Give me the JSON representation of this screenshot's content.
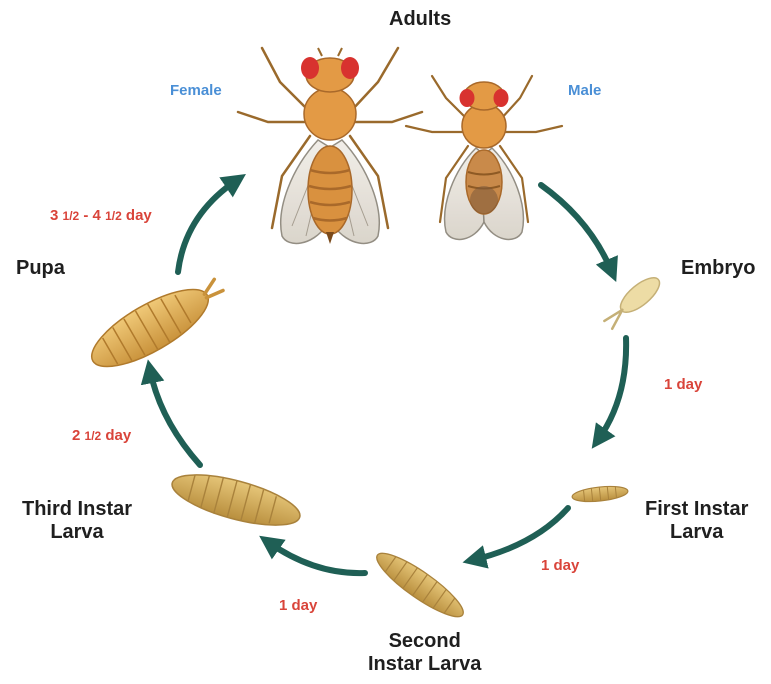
{
  "labels": {
    "adults": "Adults",
    "female": "Female",
    "male": "Male",
    "embryo": "Embryo",
    "first_instar_line1": "First Instar",
    "first_instar_line2": "Larva",
    "second_instar_line1": "Second",
    "second_instar_line2": "Instar Larva",
    "third_instar_line1": "Third Instar",
    "third_instar_line2": "Larva",
    "pupa": "Pupa"
  },
  "durations": {
    "embryo_to_first": "1 day",
    "first_to_second": "1 day",
    "second_to_third": "1 day",
    "third_to_pupa_a": "2",
    "third_to_pupa_b": "1/2",
    "third_to_pupa_c": "day",
    "pupa_to_adult_a": "3",
    "pupa_to_adult_b": "1/2",
    "pupa_to_adult_c": "- 4",
    "pupa_to_adult_d": "1/2",
    "pupa_to_adult_e": "day"
  },
  "colors": {
    "arrow": "#1f5f55",
    "stage_text": "#1f1f1f",
    "sex_text": "#4a8fd6",
    "duration_text": "#d9443a",
    "fly_body": "#d9913f",
    "fly_eye": "#d8322f",
    "larva": "#d8b35f",
    "pupa": "#e1b45b",
    "embryo": "#eddca5"
  }
}
